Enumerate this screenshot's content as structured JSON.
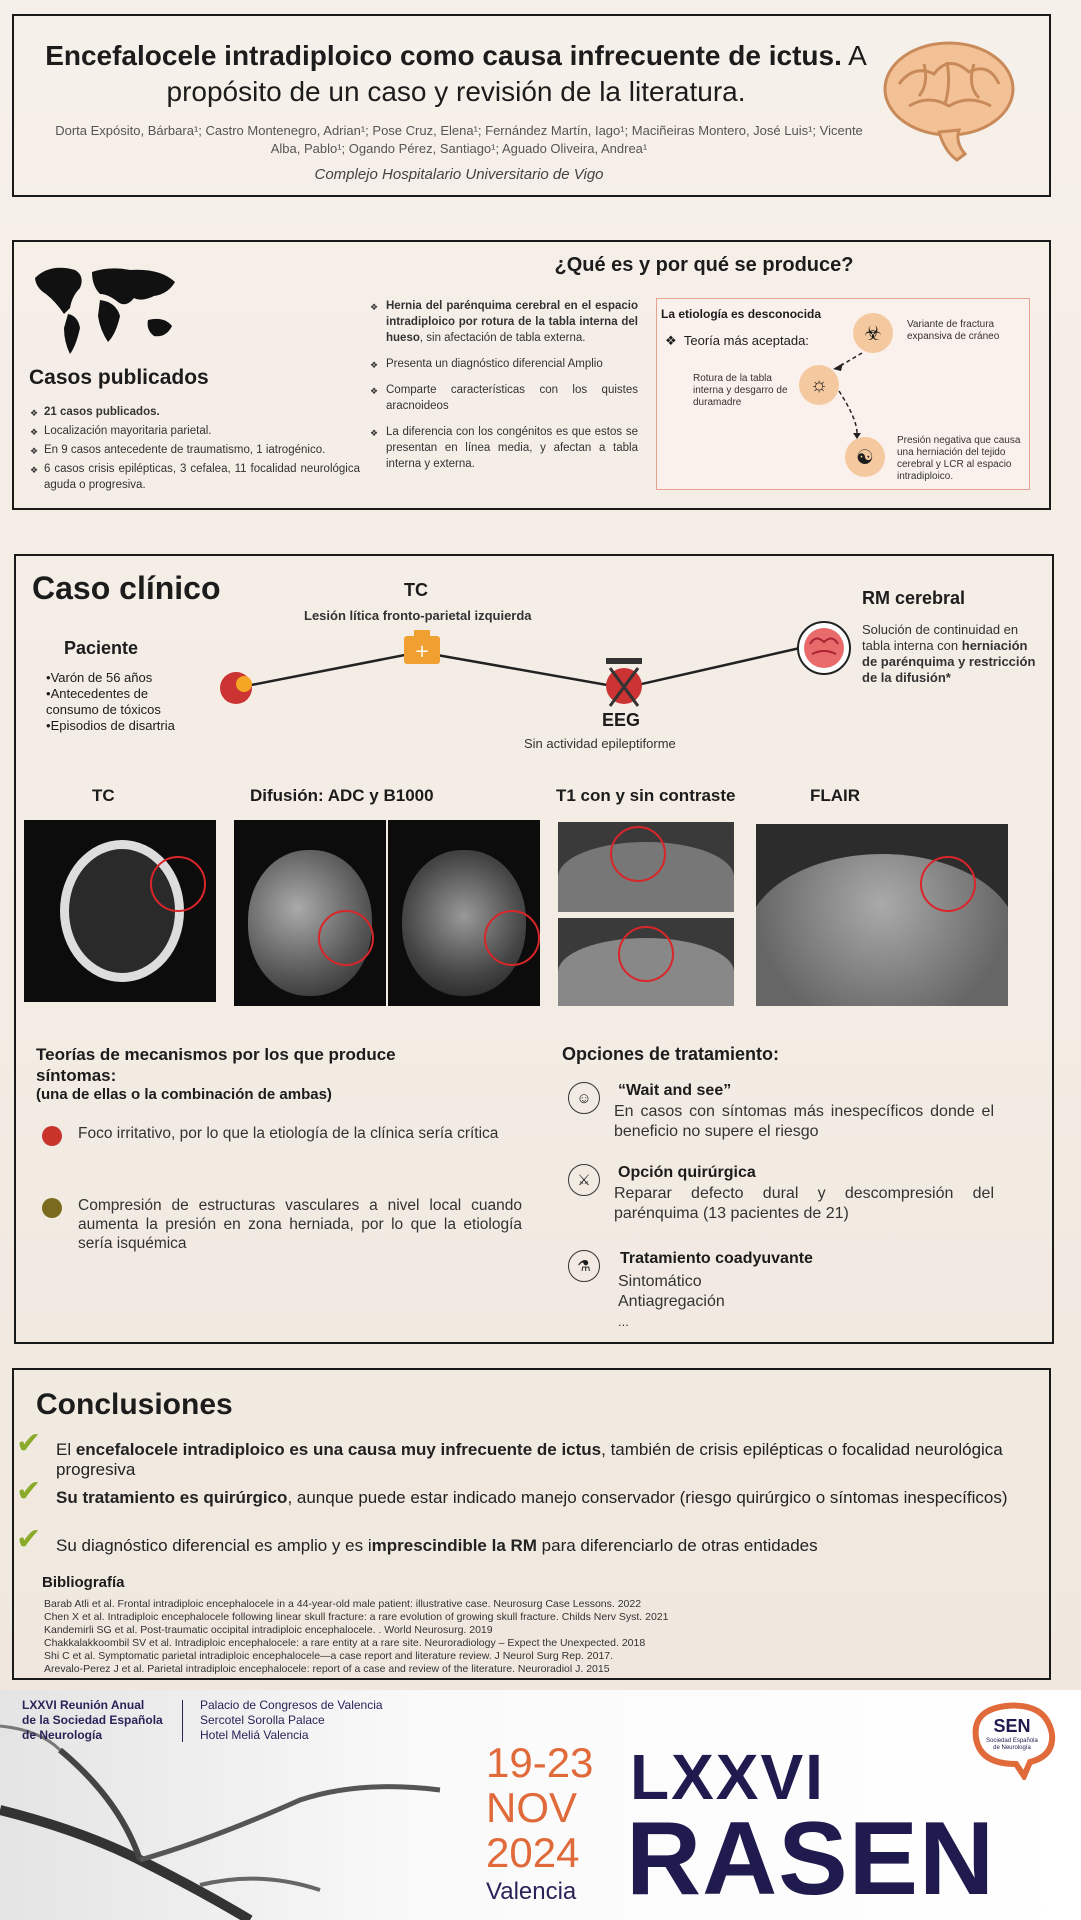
{
  "header": {
    "title_bold": "Encefalocele intradiploico como causa infrecuente de ictus.",
    "title_rest": " A propósito de un caso y revisión de la literatura.",
    "authors": "Dorta Expósito, Bárbara¹; Castro Montenegro, Adrian¹; Pose Cruz, Elena¹; Fernández Martín, Iago¹; Maciñeiras Montero, José Luis¹; Vicente Alba, Pablo¹; Ogando Pérez, Santiago¹; Aguado Oliveira, Andrea¹",
    "institution": "Complejo Hospitalario Universitario de Vigo"
  },
  "casos": {
    "title": "Casos publicados",
    "items": [
      "21 casos publicados.",
      "Localización mayoritaria parietal.",
      "En 9 casos antecedente de traumatismo, 1 iatrogénico.",
      "6 casos crisis epilépticas, 3 cefalea, 11 focalidad neurológica aguda o progresiva."
    ]
  },
  "que": {
    "title": "¿Qué es y por qué se produce?",
    "item1_bold": "Hernia del parénquima cerebral en el espacio intradiploico por rotura de la tabla interna del hueso",
    "item1_rest": ", sin afectación de tabla externa.",
    "item2": "Presenta un diagnóstico diferencial Amplio",
    "item3": "Comparte características con los quistes aracnoideos",
    "item4": "La diferencia con los congénitos es que estos se presentan en línea media, y afectan a tabla interna y externa."
  },
  "etiologia": {
    "title": "La etiología es desconocida",
    "teoria": "Teoría más aceptada:",
    "step1": "Variante de fractura expansiva de cráneo",
    "step2": "Rotura de la tabla interna y desgarro de duramadre",
    "step3": "Presión negativa que causa una herniación del tejido cerebral y LCR al espacio intradiploico."
  },
  "caso": {
    "title": "Caso clínico",
    "tc_title": "TC",
    "tc_text": "Lesión lítica fronto-parietal izquierda",
    "paciente_title": "Paciente",
    "paciente_items": [
      "Varón de 56 años",
      "Antecedentes de consumo de tóxicos",
      "Episodios de disartria"
    ],
    "eeg_title": "EEG",
    "eeg_text": "Sin actividad epileptiforme",
    "rm_title": "RM cerebral",
    "rm_text": "Solución de continuidad en tabla interna con",
    "rm_bold": "herniación de parénquima y restricción de la difusión*"
  },
  "images": {
    "tc_label": "TC",
    "difusion_label": "Difusión: ADC y B1000",
    "t1_label": "T1 con y sin contraste",
    "flair_label": "FLAIR"
  },
  "teorias": {
    "title": "Teorías de mecanismos por los que produce síntomas:",
    "subtitle": "(una de ellas o la combinación de ambas)",
    "t1": "Foco irritativo, por lo que la etiología de la clínica sería crítica",
    "t2": "Compresión de estructuras vasculares a nivel local cuando aumenta la presión en zona herniada, por lo que la etiología sería isquémica",
    "colors": {
      "t1": "#c8342a",
      "t2": "#7a6a1e"
    }
  },
  "opciones": {
    "title": "Opciones de tratamiento:",
    "o1_title": "“Wait and see”",
    "o1_desc": "En casos con síntomas más inespecíficos donde el beneficio no supere el riesgo",
    "o2_title": "Opción quirúrgica",
    "o2_desc": "Reparar defecto dural y descompresión del parénquima (13 pacientes de 21)",
    "o3_title": "Tratamiento coadyuvante",
    "o3_lines": [
      "Sintomático",
      "Antiagregación",
      "..."
    ]
  },
  "conclusiones": {
    "title": "Conclusiones",
    "c1_pre": "El ",
    "c1_bold": "encefalocele intradiploico es una causa muy infrecuente de ictus",
    "c1_rest": ", también de crisis epilépticas o focalidad neurológica progresiva",
    "c2_bold": "Su tratamiento es quirúrgico",
    "c2_rest": ", aunque puede estar indicado manejo conservador (riesgo quirúrgico o síntomas inespecíficos)",
    "c3_pre": "Su diagnóstico diferencial es amplio y es i",
    "c3_bold": "mprescindible la RM",
    "c3_rest": " para diferenciarlo de otras entidades"
  },
  "bibliografia": {
    "title": "Bibliografía",
    "items": [
      "Barab Atli et al. Frontal intradiploic encephalocele in a 44-year-old male patient: illustrative case. Neurosurg Case Lessons. 2022",
      "Chen X et al. Intradiploic encephalocele following linear skull fracture: a rare evolution of growing skull fracture. Childs Nerv Syst. 2021",
      "Kandemirli SG et al. Post-traumatic occipital intradiploic encephalocele. . World Neurosurg. 2019",
      "Chakkalakkoombil SV et al. Intradiploic encephalocele: a rare entity at a rare site. Neuroradiology – Expect the Unexpected. 2018",
      "Shi C et al. Symptomatic parietal intradiploic encephalocele—a case report and literature review. J Neurol Surg Rep. 2017.",
      "Arevalo-Perez J et al. Parietal intradiploic encephalocele: report of a case and review of the literature. Neuroradiol J. 2015"
    ]
  },
  "footer": {
    "org": [
      "LXXVI Reunión Anual",
      "de la Sociedad Española",
      "de Neurología"
    ],
    "venue": [
      "Palacio de Congresos de Valencia",
      "Sercotel Sorolla Palace",
      "Hotel Meliá Valencia"
    ],
    "dates": [
      "19-23",
      "NOV",
      "2024"
    ],
    "city": "Valencia",
    "edition": "LXXVI",
    "event": "RASEN",
    "logo_text": "SEN",
    "logo_sub": [
      "Sociedad Española",
      "de Neurología"
    ],
    "colors": {
      "navy": "#201b4e",
      "orange": "#e06a3a"
    }
  }
}
